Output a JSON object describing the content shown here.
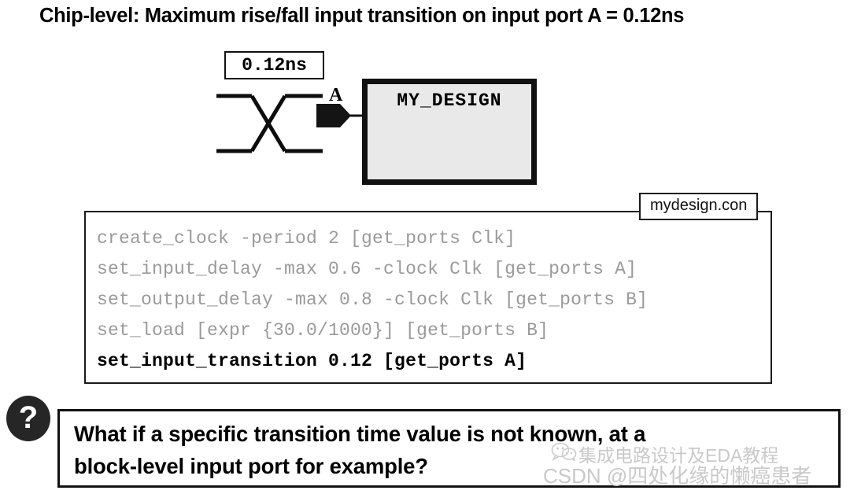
{
  "title": "Chip-level: Maximum rise/fall input transition on input port A = 0.12ns",
  "diagram": {
    "transition_label": "0.12ns",
    "port_label": "A",
    "block_label": "MY_DESIGN",
    "waveform_icon": "data-eye-crossing-waveform",
    "arrow_icon": "input-port-arrow-icon"
  },
  "constraints": {
    "file_tab": "mydesign.con",
    "lines": [
      {
        "text": "create_clock -period 2 [get_ports Clk]",
        "highlight": false
      },
      {
        "text": "set_input_delay -max 0.6 -clock Clk [get_ports A]",
        "highlight": false
      },
      {
        "text": "set_output_delay -max 0.8 -clock Clk [get_ports B]",
        "highlight": false
      },
      {
        "text": "set_load [expr {30.0/1000}] [get_ports B]",
        "highlight": false
      },
      {
        "text": "set_input_transition 0.12 [get_ports A]",
        "highlight": true
      }
    ]
  },
  "question": {
    "badge_glyph": "?",
    "line1": "What if a specific transition time value is not known, at a",
    "line2": "block-level input port for example?"
  },
  "watermarks": {
    "wechat": "集成电路设计及EDA教程",
    "csdn": "CSDN @四处化缘的懒癌患者",
    "wechat_logo_icon": "wechat-logo-icon"
  },
  "colors": {
    "code_dim": "#9a9a9a",
    "code_highlight": "#000000",
    "block_fill": "#e9e9e9",
    "badge_fill": "#262626",
    "watermark": "#c9c9c9"
  }
}
